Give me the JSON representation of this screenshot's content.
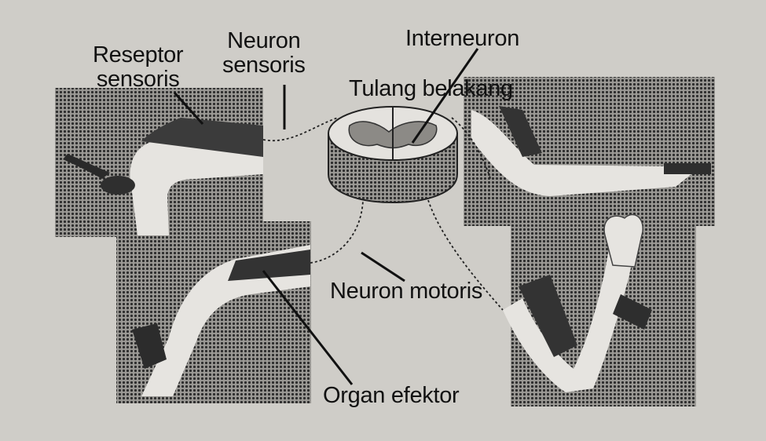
{
  "diagram": {
    "labels": {
      "reseptor_line1": "Reseptor",
      "reseptor_line2": "sensoris",
      "neuron_sensoris_line1": "Neuron",
      "neuron_sensoris_line2": "sensoris",
      "interneuron": "Interneuron",
      "tulang_belakang": "Tulang belakang",
      "neuron_motoris": "Neuron motoris",
      "organ_efektor": "Organ efektor"
    },
    "colors": {
      "background": "#cfcdc8",
      "halftone_dark": "#3a3a3a",
      "ink": "#111111",
      "skin": "#e8e6e2"
    }
  }
}
